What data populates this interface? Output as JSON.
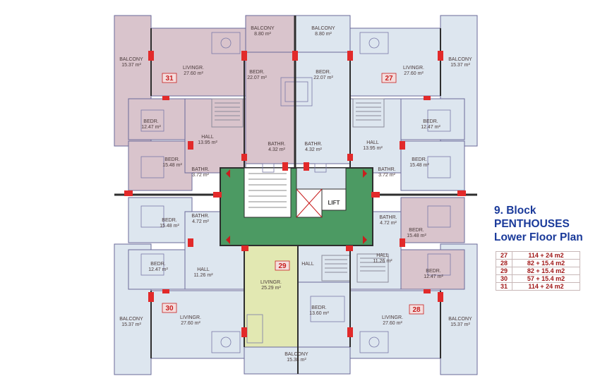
{
  "legend": {
    "block_line": "9. Block",
    "type_line": "PENTHOUSES",
    "plan_line": "Lower Floor Plan",
    "rows": [
      {
        "num": "27",
        "area": "114 + 24 m2"
      },
      {
        "num": "28",
        "area": "82 + 15.4 m2"
      },
      {
        "num": "29",
        "area": "82 + 15.4 m2"
      },
      {
        "num": "30",
        "area": "57 + 15.4 m2"
      },
      {
        "num": "31",
        "area": "114 + 24 m2"
      }
    ]
  },
  "units": {
    "u27": "27",
    "u28": "28",
    "u29": "29",
    "u30": "30",
    "u31": "31"
  },
  "lift_label": "LIFT",
  "labels": {
    "balc_top_l": "BALCONY",
    "balc_top_l_a": "8.80 m²",
    "balc_top_r": "BALCONY",
    "balc_top_r_a": "8.80 m²",
    "balc_tl": "BALCONY",
    "balc_tl_a": "15.37 m²",
    "balc_tr": "BALCONY",
    "balc_tr_a": "15.37 m²",
    "balc_bl": "BALCONY",
    "balc_bl_a": "15.37 m²",
    "balc_br": "BALCONY",
    "balc_br_a": "15.37 m²",
    "balc_bottom": "BALCONY",
    "balc_bottom_a": "15.38 m²",
    "liv_31": "LIVINGR.",
    "liv_31_a": "27.60 m²",
    "liv_27": "LIVINGR.",
    "liv_27_a": "27.60 m²",
    "liv_30": "LIVINGR.",
    "liv_30_a": "27.60 m²",
    "liv_28": "LIVINGR.",
    "liv_28_a": "27.60 m²",
    "liv_29": "LIVINGR.",
    "liv_29_a": "25.29 m²",
    "bed_tc_l": "BEDR.",
    "bed_tc_l_a": "22.07 m²",
    "bed_tc_r": "BEDR.",
    "bed_tc_r_a": "22.07 m²",
    "bed_l1": "BEDR.",
    "bed_l1_a": "12.47 m²",
    "bed_l2": "BEDR.",
    "bed_l2_a": "15.48 m²",
    "bed_l3": "BEDR.",
    "bed_l3_a": "15.48 m²",
    "bed_l4": "BEDR.",
    "bed_l4_a": "12.47 m²",
    "bed_r1": "BEDR.",
    "bed_r1_a": "12.47 m²",
    "bed_r2": "BEDR.",
    "bed_r2_a": "15.48 m²",
    "bed_r3": "BEDR.",
    "bed_r3_a": "15.48 m²",
    "bed_r4": "BEDR.",
    "bed_r4_a": "12.47 m²",
    "bed_29": "BEDR.",
    "bed_29_a": "13.60 m²",
    "hall_tl": "HALL",
    "hall_tl_a": "13.95 m²",
    "hall_tr": "HALL",
    "hall_tr_a": "13.95 m²",
    "hall_bl": "HALL",
    "hall_bl_a": "11.26 m²",
    "hall_br": "HALL",
    "hall_br_a": "11.26 m²",
    "hall_29": "HALL",
    "bath_tc_l": "BATHR.",
    "bath_tc_l_a": "4.32 m²",
    "bath_tc_r": "BATHR.",
    "bath_tc_r_a": "4.32 m²",
    "bath_l1": "BATHR.",
    "bath_l1_a": "3.72 m²",
    "bath_l2": "BATHR.",
    "bath_l2_a": "4.72 m²",
    "bath_r1": "BATHR.",
    "bath_r1_a": "3.72 m²",
    "bath_r2": "BATHR.",
    "bath_r2_a": "4.72 m²"
  },
  "colors": {
    "wall": "#2e2e2e",
    "outline": "#6a6a9a",
    "mauve": "#d9c4cc",
    "blue": "#dde6ef",
    "yellow": "#e2e8b2",
    "green": "#4c9a63",
    "door": "#e22a2a",
    "unit_red": "#c81e1e"
  }
}
